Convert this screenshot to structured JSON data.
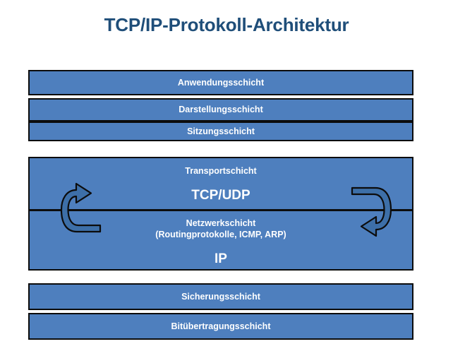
{
  "title": "TCP/IP-Protokoll-Architektur",
  "colors": {
    "title_text": "#1F4E79",
    "box_fill": "#4E7FBE",
    "box_border": "#0C0C0C",
    "box_text": "#FFFFFF",
    "arrow_fill": "#3D6FA8",
    "arrow_outline": "#0C0C0C",
    "background": "#FFFFFF"
  },
  "layers": {
    "application": {
      "label": "Anwendungsschicht"
    },
    "presentation": {
      "label": "Darstellungsschicht"
    },
    "session": {
      "label": "Sitzungsschicht"
    },
    "transport": {
      "label": "Transportschicht",
      "protocols": "TCP/UDP"
    },
    "network": {
      "label": "Netzwerkschicht",
      "sublabel": "(Routingprotokolle, ICMP, ARP)",
      "protocols": "IP"
    },
    "datalink": {
      "label": "Sicherungsschicht"
    },
    "physical": {
      "label": "Bitübertragungsschicht"
    }
  },
  "arrows": {
    "left": {
      "name": "circular-arrow-up-right"
    },
    "right": {
      "name": "circular-arrow-down-left"
    }
  }
}
